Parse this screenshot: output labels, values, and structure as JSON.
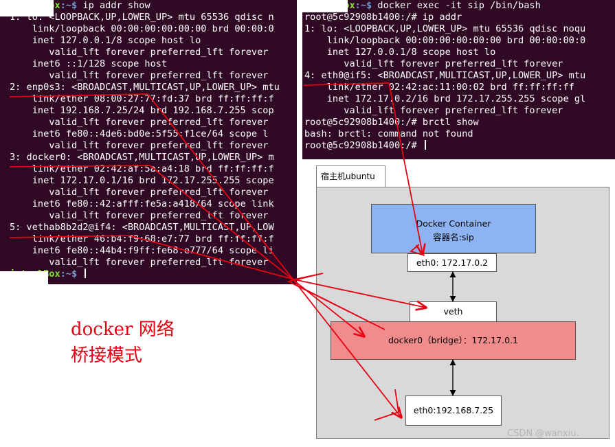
{
  "left_terminal": {
    "lines": [
      {
        "user": "irtualBox",
        "path": ":~$",
        "cmd": " ip addr show"
      },
      {
        "text": "1: lo: <LOOPBACK,UP,LOWER_UP> mtu 65536 qdisc n"
      },
      {
        "text": "    link/loopback 00:00:00:00:00:00 brd 00:00:0"
      },
      {
        "text": "    inet 127.0.0.1/8 scope host lo"
      },
      {
        "text": "       valid_lft forever preferred_lft forever"
      },
      {
        "text": "    inet6 ::1/128 scope host"
      },
      {
        "text": "       valid_lft forever preferred_lft forever"
      },
      {
        "text": "2: enp0s3: <BROADCAST,MULTICAST,UP,LOWER_UP> mtu"
      },
      {
        "text": "    link/ether 08:00:27:77:fd:37 brd ff:ff:ff:f"
      },
      {
        "text": "    inet 192.168.7.25/24 brd 192.168.7.255 scop"
      },
      {
        "text": "       valid_lft forever preferred_lft forever"
      },
      {
        "text": "    inet6 fe80::4de6:bd0e:5f55:f1ce/64 scope l"
      },
      {
        "text": "       valid_lft forever preferred_lft forever"
      },
      {
        "text": "3: docker0: <BROADCAST,MULTICAST,UP,LOWER_UP> m"
      },
      {
        "text": "    link/ether 02:42:af:5a:a4:18 brd ff:ff:ff:f"
      },
      {
        "text": "    inet 172.17.0.1/16 brd 172.17.255.255 scope"
      },
      {
        "text": "       valid_lft forever preferred_lft forever"
      },
      {
        "text": "    inet6 fe80::42:afff:fe5a:a418/64 scope link"
      },
      {
        "text": "       valid_lft forever preferred_lft forever"
      },
      {
        "text": "5: vethab8b2d2@if4: <BROADCAST,MULTICAST,UP,LOW"
      },
      {
        "text": "    link/ether 46:b4:f9:68:e7:77 brd ff:ff:ff:f"
      },
      {
        "text": "    inet6 fe80::44b4:f9ff:fe68:e777/64 scope li"
      },
      {
        "text": "       valid_lft forever preferred_lft forever"
      },
      {
        "user": "irtualBox",
        "path": ":~$",
        "cmd": " ",
        "cursor": true
      }
    ]
  },
  "right_terminal": {
    "lines": [
      {
        "user": "irtualBox",
        "path": ":~$",
        "cmd": " docker exec -it sip /bin/bash"
      },
      {
        "text": "root@5c92908b1400:/# ip addr"
      },
      {
        "text": "1: lo: <LOOPBACK,UP,LOWER_UP> mtu 65536 qdisc noqu"
      },
      {
        "text": "    link/loopback 00:00:00:00:00:00 brd 00:00:00:0"
      },
      {
        "text": "    inet 127.0.0.1/8 scope host lo"
      },
      {
        "text": "       valid_lft forever preferred_lft forever"
      },
      {
        "text": "4: eth0@if5: <BROADCAST,MULTICAST,UP,LOWER_UP> mtu"
      },
      {
        "text": "    link/ether 02:42:ac:11:00:02 brd ff:ff:ff:ff"
      },
      {
        "text": "    inet 172.17.0.2/16 brd 172.17.255.255 scope gl"
      },
      {
        "text": "       valid_lft forever preferred_lft forever"
      },
      {
        "text": "root@5c92908b1400:/# brctl show"
      },
      {
        "text": "bash: brctl: command not found"
      },
      {
        "text": "root@5c92908b1400:/# ",
        "cursor": true
      }
    ]
  },
  "diagram": {
    "host_tab": "宿主机ubuntu",
    "container_title": "Docker Container",
    "container_name": "容器名:sip",
    "eth0_container": "eth0:  172.17.0.2",
    "veth": "veth",
    "docker0": "docker0（bridge）：172.17.0.1",
    "eth0_host": "eth0:192.168.7.25"
  },
  "caption": {
    "line1": "docker 网络",
    "line2": "桥接模式"
  },
  "watermark": "CSDN @wanxiu.",
  "colors": {
    "terminal_bg": "#300a24",
    "prompt_user": "#8ae234",
    "prompt_path": "#729fcf",
    "container_fill": "#8db3f2",
    "bridge_fill": "#f28b8b",
    "host_fill": "#d9d9d9",
    "annotation_red": "#e60012"
  }
}
